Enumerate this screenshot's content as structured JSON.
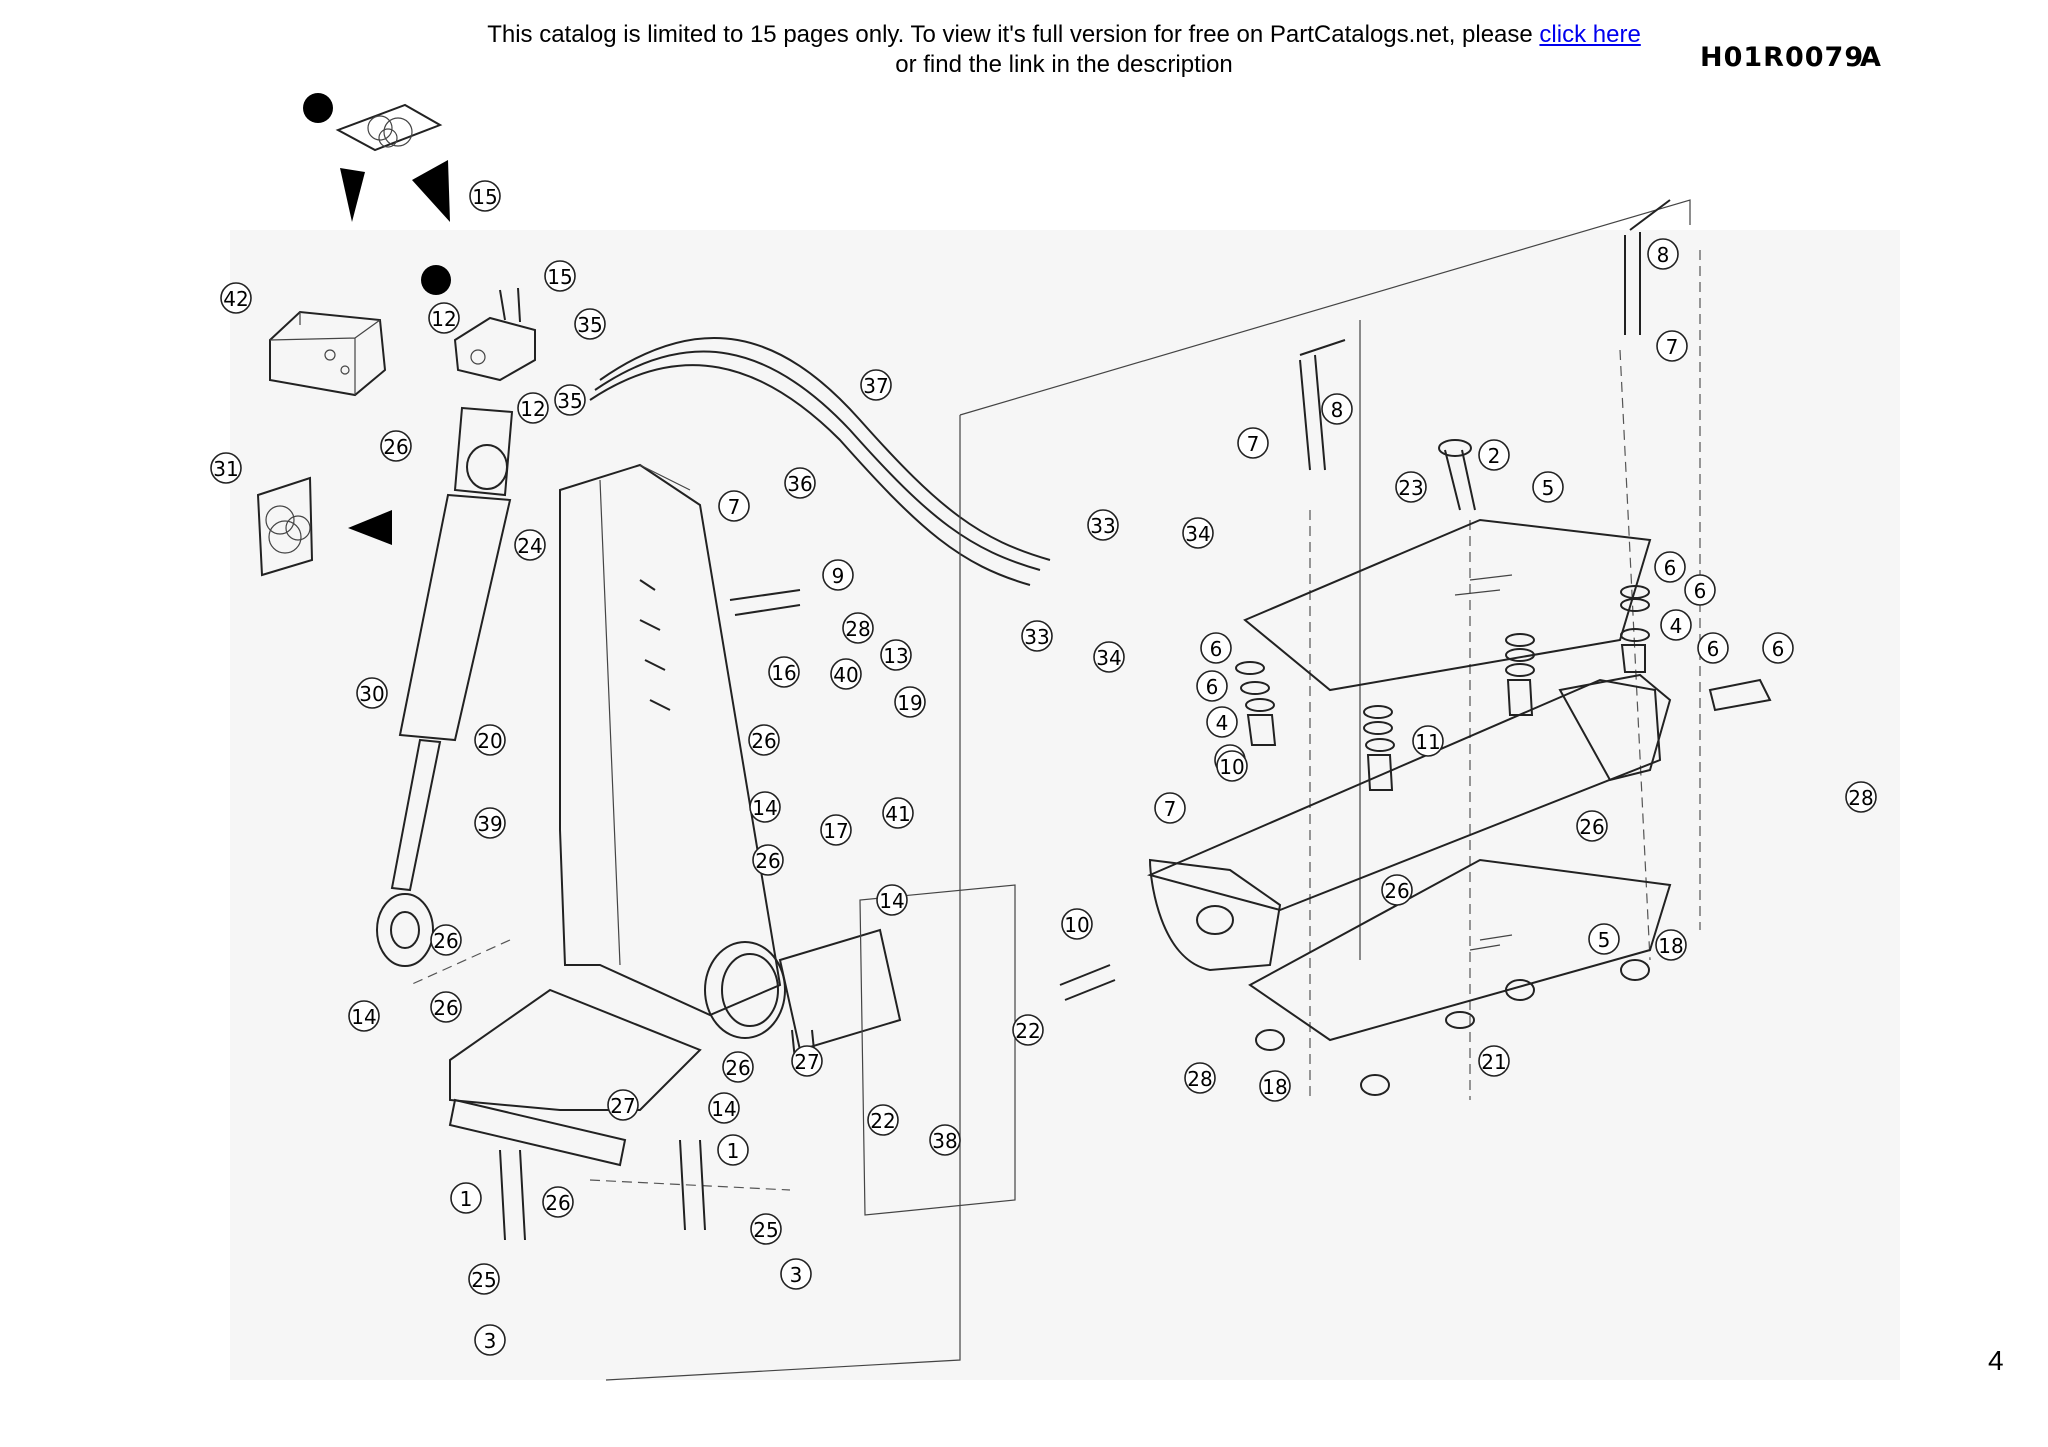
{
  "notice": {
    "line1_prefix": "This catalog is limited to 15 pages only. To view it's full version for free on PartCatalogs.net, please ",
    "link_text": "click here",
    "line2": "or find the link in the description"
  },
  "drawing_code": "H01R0079",
  "revision": "A",
  "page_number": "4",
  "callouts": [
    "15",
    "15",
    "42",
    "12",
    "35",
    "35",
    "12",
    "37",
    "26",
    "31",
    "36",
    "24",
    "7",
    "9",
    "28",
    "30",
    "20",
    "16",
    "40",
    "13",
    "19",
    "26",
    "14",
    "17",
    "41",
    "39",
    "26",
    "14",
    "26",
    "14",
    "26",
    "27",
    "26",
    "14",
    "1",
    "27",
    "22",
    "22",
    "38",
    "1",
    "26",
    "25",
    "25",
    "3",
    "3",
    "8",
    "7",
    "8",
    "7",
    "2",
    "23",
    "5",
    "34",
    "33",
    "33",
    "34",
    "6",
    "6",
    "6",
    "6",
    "4",
    "7",
    "10",
    "6",
    "6",
    "4",
    "11",
    "7",
    "28",
    "26",
    "26",
    "10",
    "5",
    "18",
    "28",
    "18",
    "21"
  ]
}
